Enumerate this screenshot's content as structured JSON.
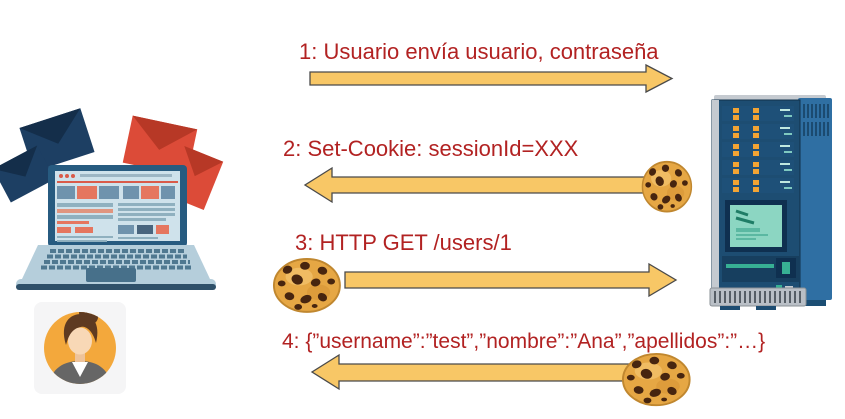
{
  "theme": {
    "background": "#ffffff",
    "label_color": "#b22222",
    "arrow_fill": "#f8c766",
    "arrow_stroke": "#4a4a4a",
    "server_body_color": "#1d4d72",
    "cookie_color": "#e6a744",
    "avatar_circle_color": "#f3a83c"
  },
  "icons": {
    "client": "laptop-with-emails-icon",
    "user": "woman-avatar-icon",
    "server": "server-tower-icon",
    "cookie": "cookie-icon"
  },
  "messages": [
    {
      "step": 1,
      "label": "1: Usuario envía usuario, contraseña",
      "direction": "client-to-server",
      "has_cookie": false
    },
    {
      "step": 2,
      "label": "2: Set-Cookie: sessionId=XXX",
      "direction": "server-to-client",
      "has_cookie": true
    },
    {
      "step": 3,
      "label": "3: HTTP GET /users/1",
      "direction": "client-to-server",
      "has_cookie": true
    },
    {
      "step": 4,
      "label": "4: {”username”:”test”,”nombre”:”Ana”,”apellidos”:”…}",
      "direction": "server-to-client",
      "has_cookie": true
    }
  ]
}
